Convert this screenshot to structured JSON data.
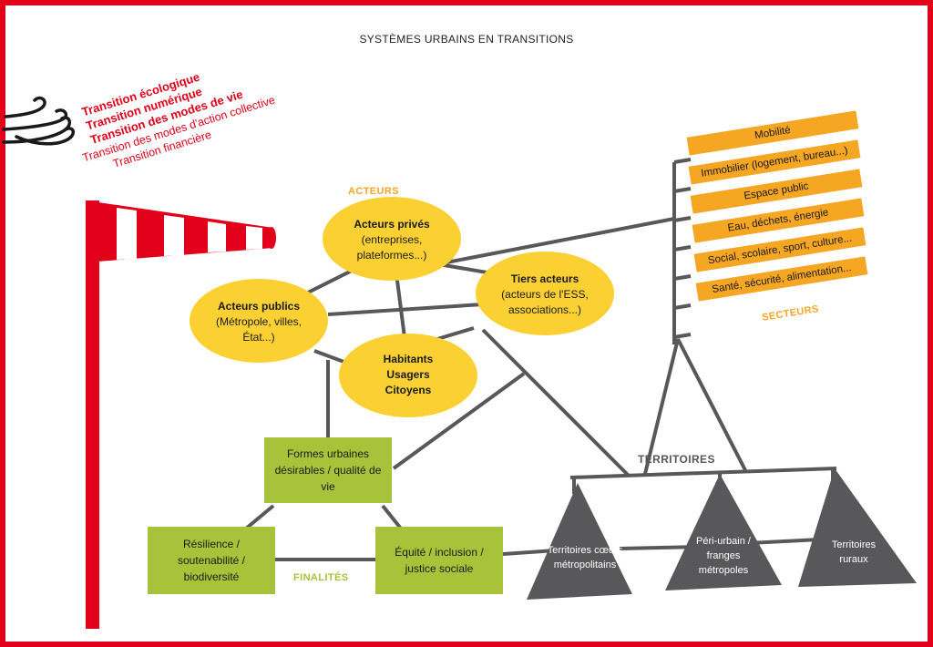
{
  "title": "SYSTÈMES URBAINS EN TRANSITIONS",
  "transitions": [
    {
      "label": "Transition écologique",
      "strong": true
    },
    {
      "label": "Transition numérique",
      "strong": true
    },
    {
      "label": "Transition des modes de vie",
      "strong": true
    },
    {
      "label": "Transition des modes d'action collective",
      "strong": false
    },
    {
      "label": "Transition financière",
      "strong": false
    }
  ],
  "acteurs": {
    "label": "ACTEURS",
    "prives": {
      "title": "Acteurs privés",
      "detail": "(entreprises, plateformes...)"
    },
    "publics": {
      "title": "Acteurs publics",
      "detail": "(Métropole, villes, État...)"
    },
    "tiers": {
      "title": "Tiers acteurs",
      "detail": "(acteurs de l'ESS, associations...)"
    },
    "habitants": {
      "line1": "Habitants",
      "line2": "Usagers",
      "line3": "Citoyens"
    }
  },
  "secteurs": {
    "label": "SECTEURS",
    "items": [
      "Mobilité",
      "Immobilier (logement, bureau...)",
      "Espace public",
      "Eau, déchets, énergie",
      "Social, scolaire, sport, culture...",
      "Santé, sécurité, alimentation..."
    ]
  },
  "finalites": {
    "label": "FINALITÉS",
    "formes": "Formes urbaines désirables / qualité de vie",
    "resilience": "Résilience / soutenabilité / biodiversité",
    "equite": "Équité / inclusion / justice sociale"
  },
  "territoires": {
    "label": "TERRITOIRES",
    "coeurs": "Territoires cœurs métropolitains",
    "periurbain": "Péri-urbain / franges métropoles",
    "ruraux": "Territoires ruraux"
  },
  "colors": {
    "red": "#e2001a",
    "yellow": "#fbd033",
    "orange": "#f5a623",
    "green": "#a8c23a",
    "grey": "#58585a"
  }
}
